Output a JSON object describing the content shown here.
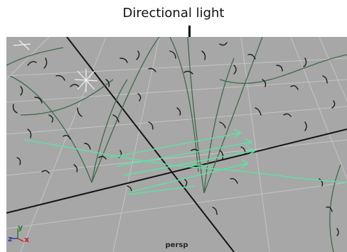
{
  "callout": {
    "label": "Directional light"
  },
  "viewport": {
    "camera_label": "persp",
    "axis_labels": {
      "x": "x",
      "y": "y",
      "z": "z"
    },
    "background_color": "#a7a7a7",
    "grid_color": "#c4c4c4",
    "stem_color": "#3f6b4a",
    "leaf_color": "#1d1d1d",
    "light_color": "#5fe0a2"
  }
}
